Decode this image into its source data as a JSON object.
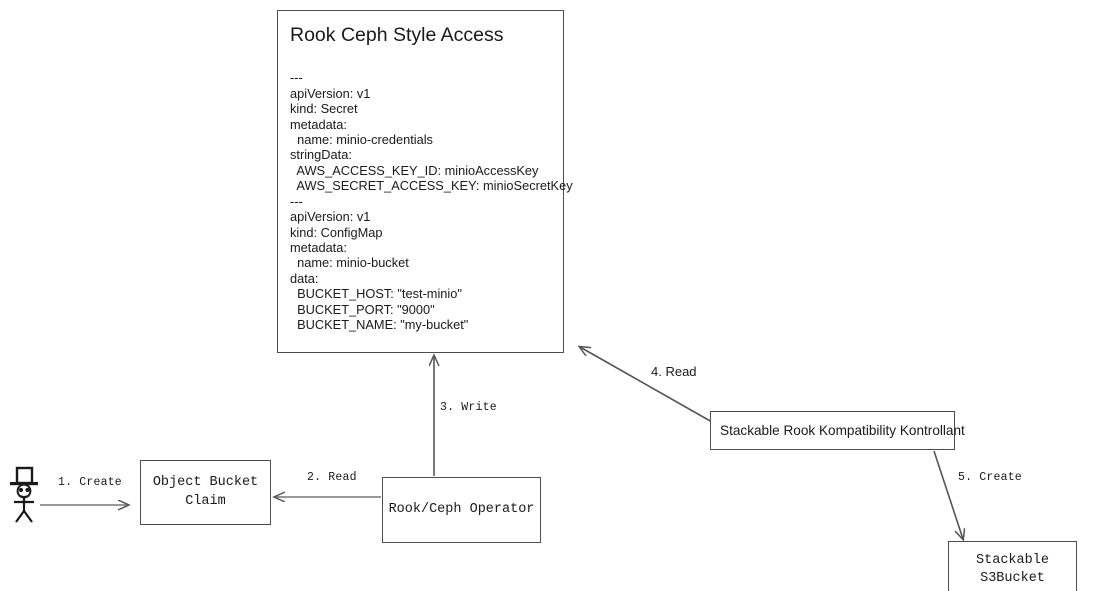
{
  "diagram": {
    "title_node": {
      "heading": "Rook Ceph Style Access",
      "yaml": "---\napiVersion: v1\nkind: Secret\nmetadata:\n  name: minio-credentials\nstringData:\n  AWS_ACCESS_KEY_ID: minioAccessKey\n  AWS_SECRET_ACCESS_KEY: minioSecretKey\n---\napiVersion: v1\nkind: ConfigMap\nmetadata:\n  name: minio-bucket\ndata:\n  BUCKET_HOST: \"test-minio\"\n  BUCKET_PORT: \"9000\"\n  BUCKET_NAME: \"my-bucket\""
    },
    "nodes": [
      {
        "id": "object-bucket-claim",
        "label": "Object Bucket\nClaim"
      },
      {
        "id": "rook-ceph-operator",
        "label": "Rook/Ceph Operator"
      },
      {
        "id": "stackable-rook-kompatibility-kontrollant",
        "label": "Stackable Rook Kompatibility Kontrollant"
      },
      {
        "id": "stackable-s3bucket",
        "label": "Stackable S3Bucket"
      }
    ],
    "edges": [
      {
        "id": "create-obc",
        "label": "1. Create",
        "from": "actor",
        "to": "object-bucket-claim"
      },
      {
        "id": "read-obc",
        "label": "2. Read",
        "from": "rook-ceph-operator",
        "to": "object-bucket-claim"
      },
      {
        "id": "write-secret",
        "label": "3. Write",
        "from": "rook-ceph-operator",
        "to": "title_node"
      },
      {
        "id": "read-secret",
        "label": "4. Read",
        "from": "stackable-rook-kompatibility-kontrollant",
        "to": "title_node"
      },
      {
        "id": "create-s3bucket",
        "label": "5. Create",
        "from": "stackable-rook-kompatibility-kontrollant",
        "to": "stackable-s3bucket"
      }
    ],
    "actor": {
      "id": "actor",
      "name": "user-actor"
    },
    "colors": {
      "stroke": "#4d4d4d",
      "arrow": "#555555",
      "text": "#1a1a1a",
      "background": "#ffffff"
    }
  }
}
